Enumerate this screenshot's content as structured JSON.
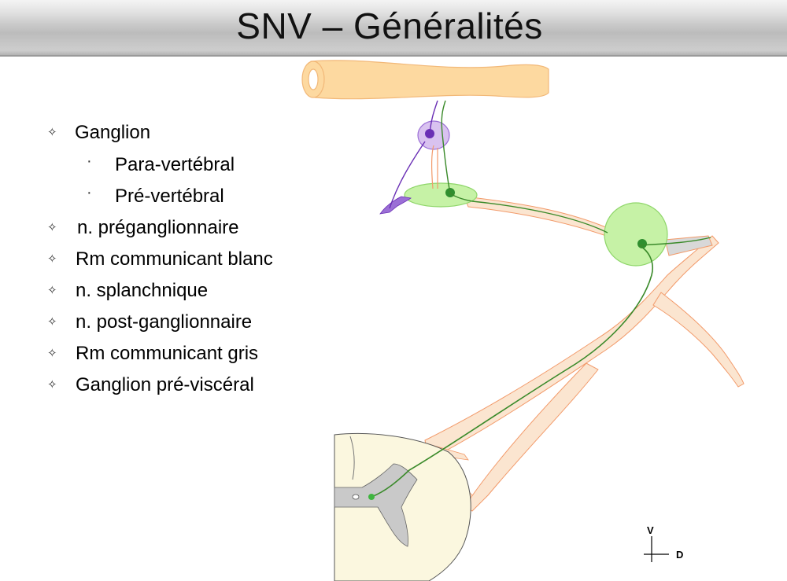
{
  "slide": {
    "title": "SNV – Généralités"
  },
  "bullets": [
    {
      "marker": "✧",
      "label": "Ganglion",
      "level": 1
    },
    {
      "marker": "·",
      "label": "Para-vertébral",
      "level": 2
    },
    {
      "marker": "·",
      "label": "Pré-vertébral",
      "level": 2
    },
    {
      "marker": "✧",
      "label": "n. préganglionnaire",
      "level": 1
    },
    {
      "marker": "✧",
      "label": "Rm communicant blanc",
      "level": 1
    },
    {
      "marker": "✧",
      "label": "n. splanchnique",
      "level": 1
    },
    {
      "marker": "✧",
      "label": "n. post-ganglionnaire",
      "level": 1
    },
    {
      "marker": "✧",
      "label": "Rm communicant gris",
      "level": 1
    },
    {
      "marker": "✧",
      "label": "Ganglion pré-viscéral",
      "level": 1
    }
  ],
  "orientation": {
    "ventral": "V",
    "dorsal": "D"
  },
  "colors": {
    "nerve_fill": "#fbe5d0",
    "nerve_outline": "#f29a6a",
    "vessel_fill": "#fdd9a0",
    "ganglion_fill": "#c6f2a6",
    "ganglion_outline": "#8fd66a",
    "preganglionic_fiber": "#3a8a2a",
    "preganglionic_dot": "#3fb53f",
    "visceral_ganglion_fill": "#d9c2f0",
    "visceral_fiber": "#6a2fb5",
    "cord_fill": "#fbf7df",
    "gray_matter": "#c9c9c9"
  }
}
